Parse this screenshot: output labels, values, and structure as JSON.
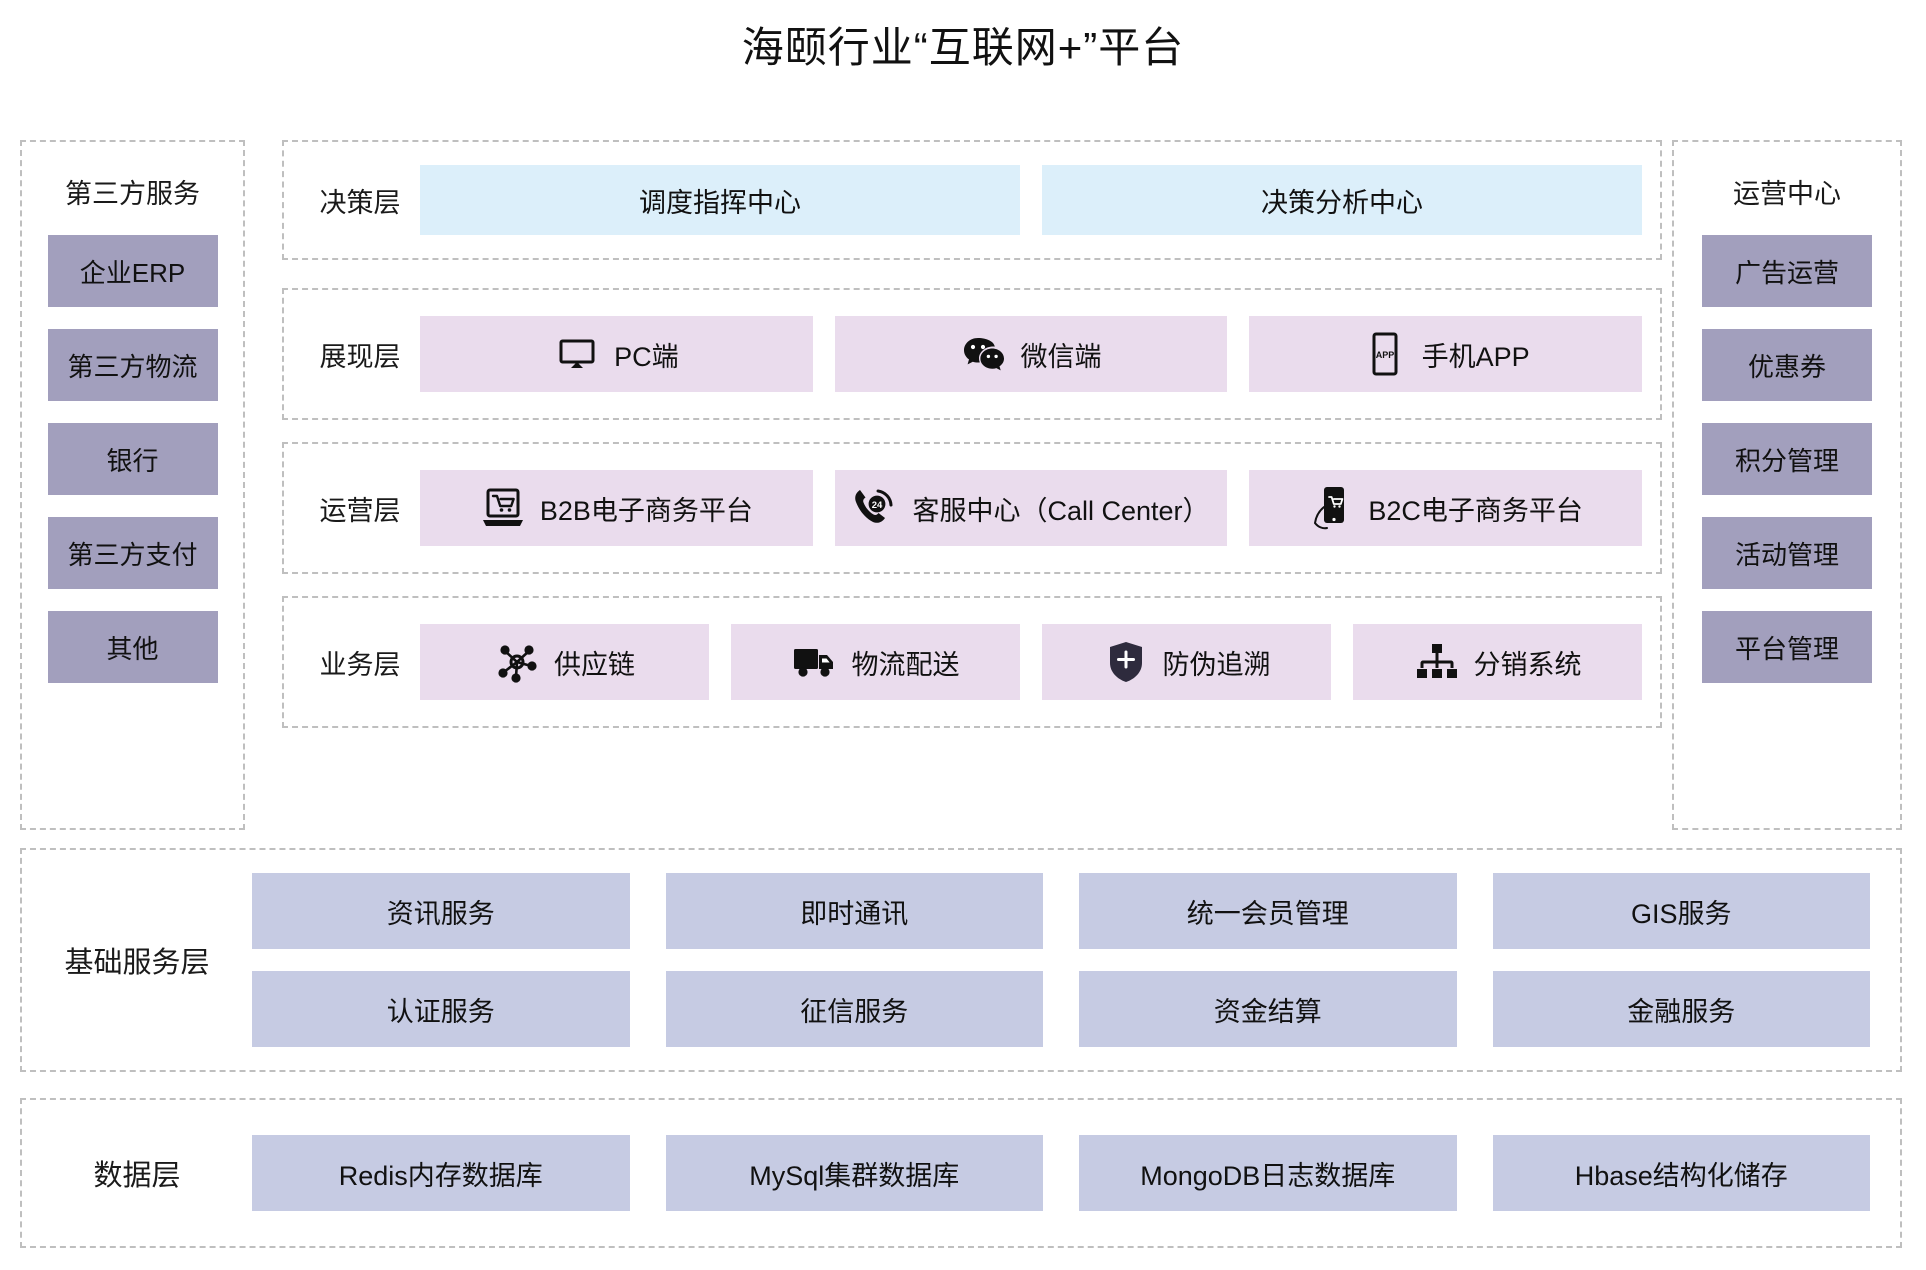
{
  "title": "海颐行业“互联网+”平台",
  "colors": {
    "chip_purple": "#a29fbd",
    "chip_blue": "#c6cbe3",
    "cell_blue": "#dceffa",
    "cell_pink": "#eadced",
    "dashed_border": "#bfbfbf",
    "text": "#111111"
  },
  "left_column": {
    "header": "第三方服务",
    "items": [
      {
        "label": "企业ERP"
      },
      {
        "label": "第三方物流"
      },
      {
        "label": "银行"
      },
      {
        "label": "第三方支付"
      },
      {
        "label": "其他"
      }
    ]
  },
  "right_column": {
    "header": "运营中心",
    "items": [
      {
        "label": "广告运营"
      },
      {
        "label": "优惠券"
      },
      {
        "label": "积分管理"
      },
      {
        "label": "活动管理"
      },
      {
        "label": "平台管理"
      }
    ]
  },
  "layers": [
    {
      "label": "决策层",
      "style": "blue",
      "items": [
        {
          "label": "调度指挥中心",
          "icon": "none"
        },
        {
          "label": "决策分析中心",
          "icon": "none"
        }
      ]
    },
    {
      "label": "展现层",
      "style": "pink",
      "items": [
        {
          "label": "PC端",
          "icon": "monitor-icon"
        },
        {
          "label": "微信端",
          "icon": "wechat-icon"
        },
        {
          "label": "手机APP",
          "icon": "mobile-app-icon"
        }
      ]
    },
    {
      "label": "运营层",
      "style": "pink",
      "items": [
        {
          "label": "B2B电子商务平台",
          "icon": "laptop-cart-icon"
        },
        {
          "label": "客服中心（Call Center）",
          "icon": "phone-24-icon"
        },
        {
          "label": "B2C电子商务平台",
          "icon": "phone-cart-icon"
        }
      ]
    },
    {
      "label": "业务层",
      "style": "pink",
      "items": [
        {
          "label": "供应链",
          "icon": "network-icon"
        },
        {
          "label": "物流配送",
          "icon": "truck-icon"
        },
        {
          "label": "防伪追溯",
          "icon": "shield-plus-icon"
        },
        {
          "label": "分销系统",
          "icon": "hierarchy-icon"
        }
      ]
    }
  ],
  "base_service_layer": {
    "label": "基础服务层",
    "items": [
      {
        "label": "资讯服务"
      },
      {
        "label": "即时通讯"
      },
      {
        "label": "统一会员管理"
      },
      {
        "label": "GIS服务"
      },
      {
        "label": "认证服务"
      },
      {
        "label": "征信服务"
      },
      {
        "label": "资金结算"
      },
      {
        "label": "金融服务"
      }
    ]
  },
  "data_layer": {
    "label": "数据层",
    "items": [
      {
        "label": "Redis内存数据库"
      },
      {
        "label": "MySql集群数据库"
      },
      {
        "label": "MongoDB日志数据库"
      },
      {
        "label": "Hbase结构化储存"
      }
    ]
  }
}
